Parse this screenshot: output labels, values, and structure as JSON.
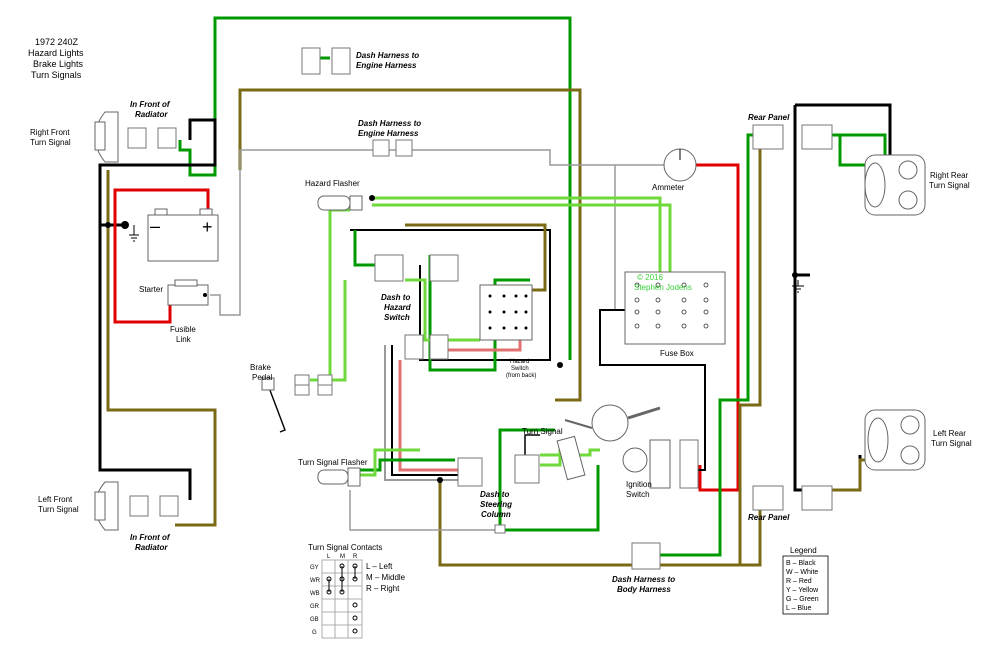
{
  "title": {
    "year_model": "1972 240Z",
    "line1": "Hazard Lights",
    "line2": "Brake Lights",
    "line3": "Turn Signals"
  },
  "labels": {
    "right_front_turn": [
      "Right Front",
      "Turn Signal"
    ],
    "left_front_turn": [
      "Left Front",
      "Turn Signal"
    ],
    "in_front_radiator_top": [
      "In Front of",
      "Radiator"
    ],
    "in_front_radiator_bottom": [
      "In Front of",
      "Radiator"
    ],
    "dash_engine_top": [
      "Dash Harness to",
      "Engine Harness"
    ],
    "dash_engine_mid": [
      "Dash Harness to",
      "Engine Harness"
    ],
    "hazard_flasher": "Hazard Flasher",
    "starter": "Starter",
    "fusible_link": [
      "Fusible",
      "Link"
    ],
    "brake_pedal": [
      "Brake",
      "Pedal"
    ],
    "dash_hazard_switch": [
      "Dash to",
      "Hazard",
      "Switch"
    ],
    "hazard_switch_back": [
      "Hazard",
      "Switch",
      "(from back)"
    ],
    "ammeter": "Ammeter",
    "copyright": [
      "© 2016",
      "Stephen Jodens"
    ],
    "fuse_box": "Fuse Box",
    "rear_panel_top": "Rear Panel",
    "rear_panel_bottom": "Rear Panel",
    "right_rear_turn": [
      "Right Rear",
      "Turn Signal"
    ],
    "left_rear_turn": [
      "Left Rear",
      "Turn Signal"
    ],
    "turn_signal_flasher": "Turn Signal Flasher",
    "turn_signal": "Turn Signal",
    "dash_steering": [
      "Dash to",
      "Steering",
      "Column"
    ],
    "ignition_switch": [
      "Ignition",
      "Switch"
    ],
    "dash_body": [
      "Dash Harness to",
      "Body Harness"
    ]
  },
  "contacts_table": {
    "title": "Turn Signal Contacts",
    "columns": [
      "L",
      "M",
      "R"
    ],
    "rows": [
      "GY",
      "WR",
      "WB",
      "GR",
      "GB",
      "G"
    ],
    "key": [
      "L – Left",
      "M – Middle",
      "R – Right"
    ]
  },
  "legend": {
    "title": "Legend",
    "items": [
      "B – Black",
      "W – White",
      "R – Red",
      "Y – Yellow",
      "G – Green",
      "L – Blue"
    ]
  },
  "colors": {
    "black": "#000000",
    "green": "#009a00",
    "light_green": "#6fd83a",
    "olive": "#7a6a14",
    "red": "#e00000",
    "gray": "#9a9a9a",
    "pink": "#e07070"
  }
}
